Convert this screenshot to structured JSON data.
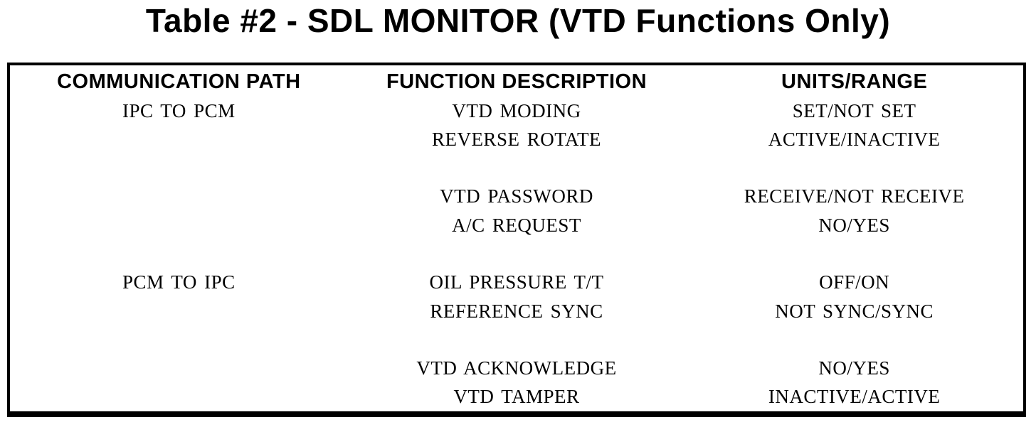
{
  "title": "Table #2 - SDL MONITOR (VTD Functions Only)",
  "colors": {
    "ink": "#000000",
    "paper": "#ffffff"
  },
  "table": {
    "headers": [
      "COMMUNICATION PATH",
      "FUNCTION DESCRIPTION",
      "UNITS/RANGE"
    ],
    "rows": [
      {
        "path": "IPC TO PCM",
        "function": "VTD MODING",
        "range": "SET/NOT SET"
      },
      {
        "path": "",
        "function": "REVERSE ROTATE",
        "range": "ACTIVE/INACTIVE"
      },
      {
        "path": "",
        "function": "",
        "range": ""
      },
      {
        "path": "",
        "function": "VTD PASSWORD",
        "range": "RECEIVE/NOT RECEIVE"
      },
      {
        "path": "",
        "function": "A/C REQUEST",
        "range": "NO/YES"
      },
      {
        "path": "",
        "function": "",
        "range": ""
      },
      {
        "path": "PCM TO IPC",
        "function": "OIL PRESSURE T/T",
        "range": "OFF/ON"
      },
      {
        "path": "",
        "function": "REFERENCE SYNC",
        "range": "NOT SYNC/SYNC"
      },
      {
        "path": "",
        "function": "",
        "range": ""
      },
      {
        "path": "",
        "function": "VTD ACKNOWLEDGE",
        "range": "NO/YES"
      },
      {
        "path": "",
        "function": "VTD TAMPER",
        "range": "INACTIVE/ACTIVE"
      }
    ]
  }
}
